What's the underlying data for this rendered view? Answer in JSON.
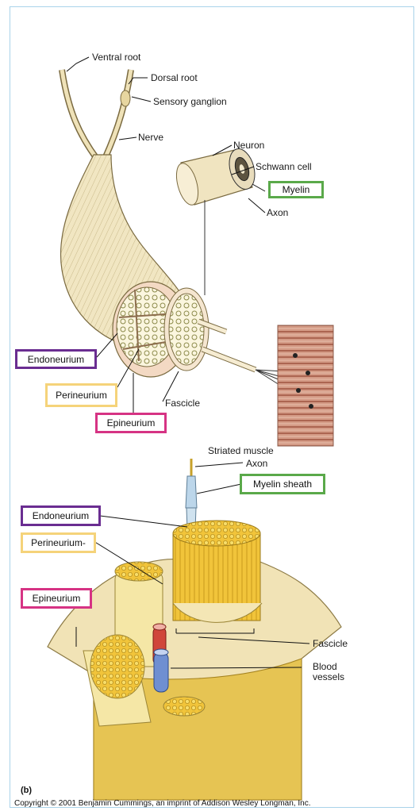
{
  "top": {
    "labels": {
      "ventral_root": "Ventral root",
      "dorsal_root": "Dorsal root",
      "sensory_ganglion": "Sensory ganglion",
      "nerve": "Nerve",
      "neuron": "Neuron",
      "schwann_cell": "Schwann cell",
      "axon": "Axon",
      "fascicle": "Fascicle",
      "striated_muscle": "Striated muscle"
    },
    "boxes": {
      "myelin": "Myelin",
      "endoneurium": "Endoneurium",
      "perineurium": "Perineurium",
      "epineurium": "Epineurium"
    }
  },
  "bottom": {
    "labels": {
      "axon": "Axon",
      "fascicle": "Fascicle",
      "blood_vessels_1": "Blood",
      "blood_vessels_2": "vessels",
      "panel": "(b)"
    },
    "boxes": {
      "myelin_sheath": "Myelin sheath",
      "endoneurium": "Endoneurium",
      "perineurium": "Perineurium-",
      "epineurium": "Epineurium"
    }
  },
  "copyright": "Copyright © 2001 Benjamin Cummings, an imprint of Addison Wesley Longman, Inc.",
  "colors": {
    "purple": "#6a2d91",
    "yellow": "#f5d37a",
    "pink": "#d63384",
    "green": "#5aa94a",
    "nerve_fill": "#f1e6c2",
    "muscle": "#c98a77",
    "fascicle_yellow": "#f1c43a"
  }
}
